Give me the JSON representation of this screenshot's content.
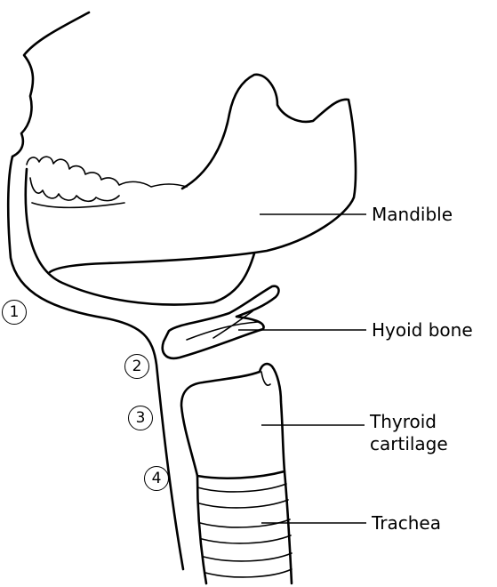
{
  "labels": {
    "mandible": "Mandible",
    "hyoid": "Hyoid bone",
    "thyroid": "Thyroid cartilage",
    "trachea": "Trachea"
  },
  "markers": [
    "1",
    "2",
    "3",
    "4"
  ]
}
